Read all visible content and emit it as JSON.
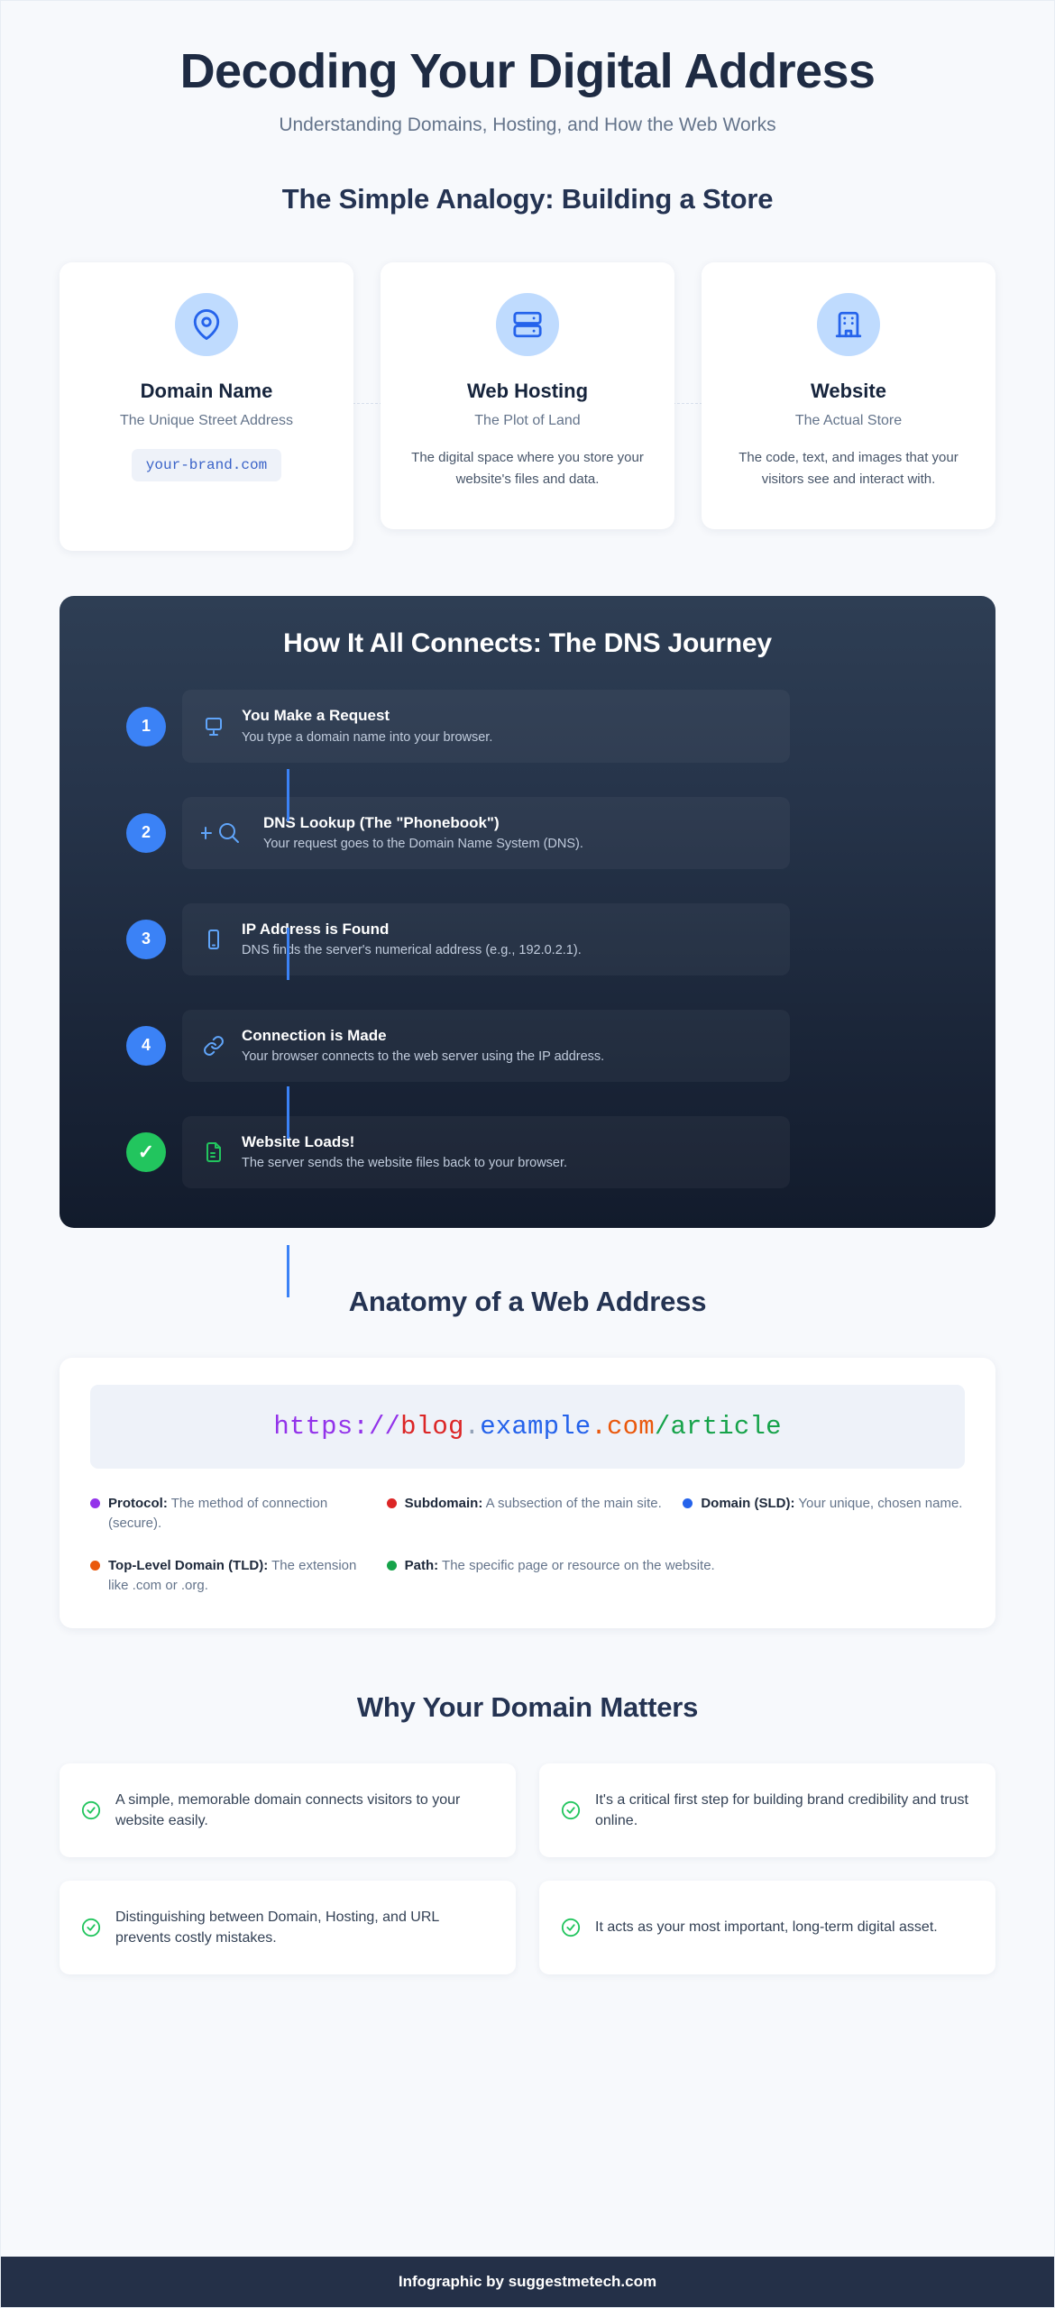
{
  "header": {
    "title": "Decoding Your Digital Address",
    "subtitle": "Understanding Domains, Hosting, and How the Web Works"
  },
  "analogy": {
    "heading": "The Simple Analogy: Building a Store",
    "cards": [
      {
        "icon": "map-pin-icon",
        "title": "Domain Name",
        "subtitle": "The Unique Street Address",
        "chip": "your-brand.com",
        "description": ""
      },
      {
        "icon": "server-icon",
        "title": "Web Hosting",
        "subtitle": "The Plot of Land",
        "chip": "",
        "description": "The digital space where you store your website's files and data."
      },
      {
        "icon": "building-icon",
        "title": "Website",
        "subtitle": "The Actual Store",
        "chip": "",
        "description": "The code, text, and images that your visitors see and interact with."
      }
    ]
  },
  "dns": {
    "heading": "How It All Connects: The DNS Journey",
    "steps": [
      {
        "badge": "1",
        "icon": "monitor-icon",
        "title": "You Make a Request",
        "description": "You type a domain name into your browser."
      },
      {
        "badge": "2",
        "icon": "search-plus-icon",
        "title": "DNS Lookup (The \"Phonebook\")",
        "description": "Your request goes to the Domain Name System (DNS)."
      },
      {
        "badge": "3",
        "icon": "smartphone-icon",
        "title": "IP Address is Found",
        "description": "DNS finds the server's numerical address (e.g., 192.0.2.1)."
      },
      {
        "badge": "4",
        "icon": "link-icon",
        "title": "Connection is Made",
        "description": "Your browser connects to the web server using the IP address."
      },
      {
        "badge": "✓",
        "icon": "file-text-icon",
        "title": "Website Loads!",
        "description": "The server sends the website files back to your browser."
      }
    ]
  },
  "anatomy": {
    "heading": "Anatomy of a Web Address",
    "url_parts": [
      {
        "text": "https://",
        "color": "#9333ea"
      },
      {
        "text": "blog",
        "color": "#dc2626"
      },
      {
        "text": ".",
        "color": "#94a3b8"
      },
      {
        "text": "example",
        "color": "#2563eb"
      },
      {
        "text": ".com",
        "color": "#ea580c"
      },
      {
        "text": "/article",
        "color": "#16a34a"
      }
    ],
    "url_full": "https://blog.example.com/article",
    "legend": [
      {
        "color": "#9333ea",
        "label": "Protocol:",
        "text": " The method of connection (secure)."
      },
      {
        "color": "#dc2626",
        "label": "Subdomain:",
        "text": " A subsection of the main site."
      },
      {
        "color": "#2563eb",
        "label": "Domain (SLD):",
        "text": " Your unique, chosen name."
      },
      {
        "color": "#ea580c",
        "label": "Top-Level Domain (TLD):",
        "text": " The extension like .com or .org."
      },
      {
        "color": "#16a34a",
        "label": "Path:",
        "text": " The specific page or resource on the website."
      }
    ]
  },
  "why": {
    "heading": "Why Your Domain Matters",
    "items": [
      "A simple, memorable domain connects visitors to your website easily.",
      "It's a critical first step for building brand credibility and trust online.",
      "Distinguishing between Domain, Hosting, and URL prevents costly mistakes.",
      "It acts as your most important, long-term digital asset."
    ]
  },
  "footer": {
    "text": "Infographic by suggestmetech.com"
  }
}
